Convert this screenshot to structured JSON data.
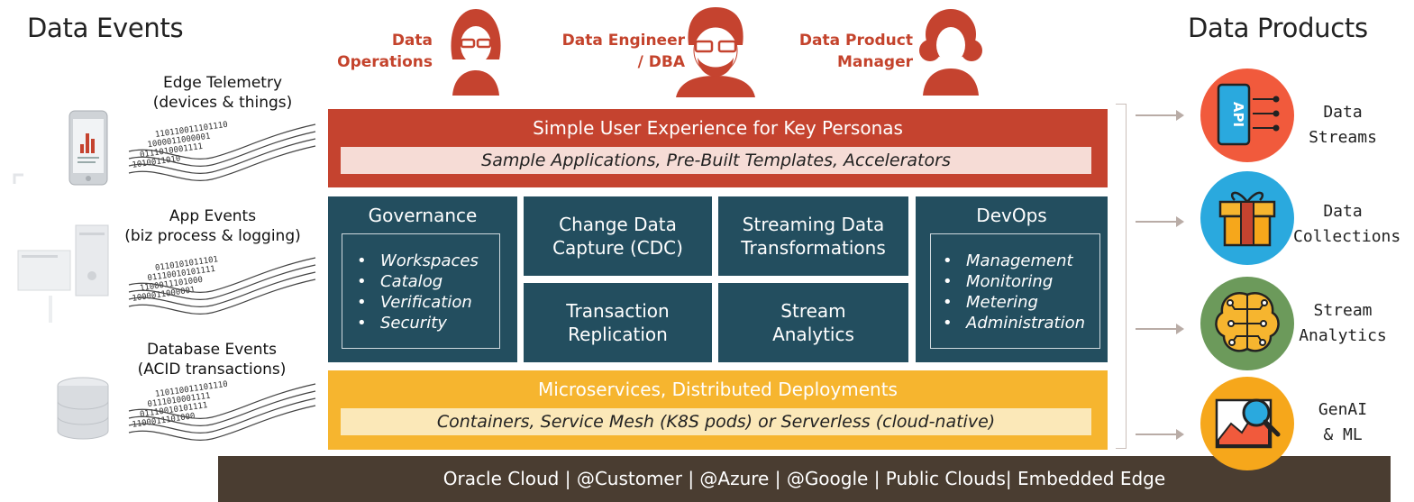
{
  "left": {
    "heading": "Data Events",
    "sources": [
      {
        "label": "Edge Telemetry\n(devices & things)",
        "icon": "smartphone-icon"
      },
      {
        "label": "App Events\n(biz process & logging)",
        "icon": "server-icon"
      },
      {
        "label": "Database Events\n(ACID transactions)",
        "icon": "database-icon"
      }
    ],
    "binary": [
      "110110011101110",
      "1000011000001",
      "0111010001111",
      "1010011010",
      "0110101011101",
      "01110010101111",
      "1100011101000"
    ]
  },
  "personas": [
    {
      "label": "Data\nOperations",
      "icon": "woman-glasses-icon"
    },
    {
      "label": "Data Engineer\n/ DBA",
      "icon": "bearded-man-icon"
    },
    {
      "label": "Data Product\nManager",
      "icon": "curly-woman-icon"
    }
  ],
  "ux": {
    "title": "Simple User Experience for Key Personas",
    "subtitle": "Sample Applications, Pre-Built Templates, Accelerators"
  },
  "governance": {
    "title": "Governance",
    "items": [
      "Workspaces",
      "Catalog",
      "Verification",
      "Security"
    ]
  },
  "cdc": {
    "title": "Change Data\nCapture (CDC)"
  },
  "streaming_transform": {
    "title": "Streaming Data\nTransformations"
  },
  "transaction_replication": {
    "title": "Transaction\nReplication"
  },
  "stream_analytics": {
    "title": "Stream\nAnalytics"
  },
  "devops": {
    "title": "DevOps",
    "items": [
      "Management",
      "Monitoring",
      "Metering",
      "Administration"
    ]
  },
  "microservices": {
    "title": "Microservices, Distributed Deployments",
    "subtitle": "Containers, Service Mesh (K8S pods) or Serverless (cloud-native)"
  },
  "platform": {
    "label": "Oracle Cloud | @Customer | @Azure | @Google | Public Clouds| Embedded Edge"
  },
  "right": {
    "heading": "Data Products",
    "products": [
      {
        "label": "Data\nStreams",
        "icon": "api-icon",
        "color": "#f15a3c"
      },
      {
        "label": "Data\nCollections",
        "icon": "gift-box-icon",
        "color": "#2aa9de"
      },
      {
        "label": "Stream\nAnalytics",
        "icon": "brain-icon",
        "color": "#6c9a5b"
      },
      {
        "label": "GenAI\n& ML",
        "icon": "chart-magnifier-icon",
        "color": "#f6a71b"
      }
    ]
  },
  "colors": {
    "ux_band": "#c5432f",
    "ux_sub": "#f6dcd6",
    "teal": "#234e5f",
    "micro_band": "#f6b52f",
    "micro_sub": "#fbe8b8",
    "platform": "#4a3d31",
    "persona": "#c4432c"
  }
}
